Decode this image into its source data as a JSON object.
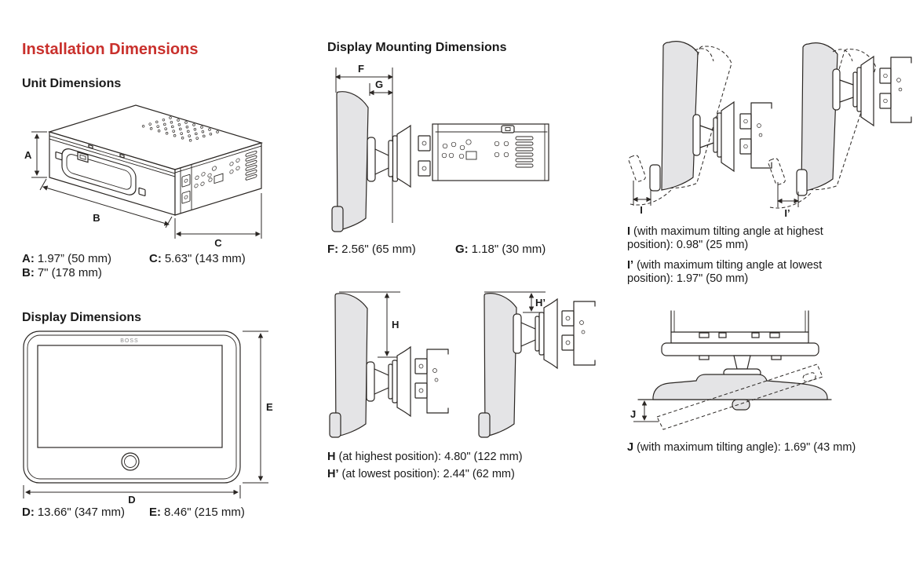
{
  "colors": {
    "accent_red": "#c9302c",
    "line_art": "#2b2724",
    "panel_gray": "#e4e4e6"
  },
  "headings": {
    "main": "Installation Dimensions",
    "unit": "Unit Dimensions",
    "display": "Display Dimensions",
    "mounting": "Display Mounting Dimensions"
  },
  "display_logo": "BOSS",
  "markers": {
    "a": "A",
    "b": "B",
    "c": "C",
    "d": "D",
    "e": "E",
    "f": "F",
    "g": "G",
    "h": "H",
    "h_prime": "H’",
    "i": "I",
    "i_prime": "I’",
    "j": "J"
  },
  "specs": {
    "a": {
      "label": "A:",
      "value": "1.97” (50 mm)"
    },
    "b": {
      "label": "B:",
      "value": "7\" (178 mm)"
    },
    "c": {
      "label": "C:",
      "value": "5.63\" (143 mm)"
    },
    "d": {
      "label": "D:",
      "value": "13.66\" (347 mm)"
    },
    "e": {
      "label": "E:",
      "value": "8.46\" (215 mm)"
    },
    "f": {
      "label": "F:",
      "value": "2.56\" (65 mm)"
    },
    "g": {
      "label": "G:",
      "value": "1.18\" (30 mm)"
    },
    "h": {
      "label": "H",
      "rest": " (at highest position): 4.80\" (122 mm)"
    },
    "h_prime": {
      "label": "H’",
      "rest": " (at lowest position): 2.44\" (62 mm)"
    },
    "i": {
      "label": "I",
      "rest": " (with maximum tilting angle at highest position): 0.98\" (25 mm)"
    },
    "i_prime": {
      "label": "I’",
      "rest": " (with maximum tilting angle at lowest position): 1.97\" (50 mm)"
    },
    "j": {
      "label": "J",
      "rest": " (with maximum tilting angle): 1.69\" (43 mm)"
    }
  }
}
